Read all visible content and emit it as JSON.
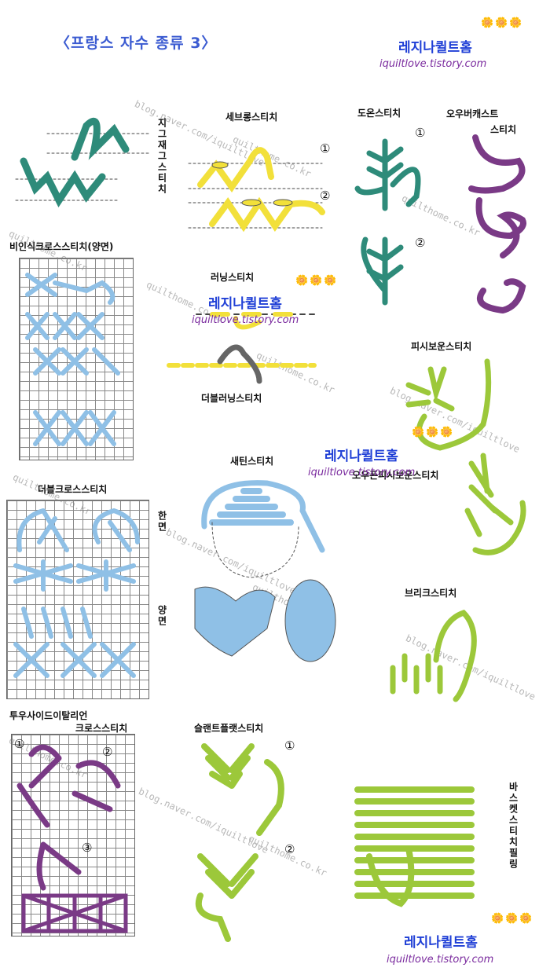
{
  "header": {
    "title": "〈프랑스 자수 종류 3〉",
    "flowers": "🌼🌼🌼"
  },
  "branding": {
    "top": {
      "name": "레지나퀼트홈",
      "url": "iquiltlove.tistory.com"
    },
    "middle_left": {
      "name": "레지나퀼트홈",
      "url": "iquiltlove.tistory.com"
    },
    "middle_center": {
      "name": "레지나퀼트홈",
      "url": "iquiltlove.tistory.com"
    },
    "bottom": {
      "name": "레지나퀼트홈",
      "url": "iquiltlove.tistory.com"
    }
  },
  "stitches": {
    "zigzag": "지그재그스티치",
    "sebrong": "세브롱스티치",
    "doon": "도온스티치",
    "overcast_1": "오우버캐스트",
    "overcast_2": "스티치",
    "binsik_cross": "비인식크로스스티치(양면)",
    "running": "러닝스티치",
    "double_running": "더블러닝스티치",
    "fishbone": "피시보운스티치",
    "double_cross": "더블크로스스티치",
    "satin": "새틴스티치",
    "open_fishbone": "오우픈피시보운스티치",
    "one_side": "한면",
    "both_sides": "양면",
    "brick": "브리크스티치",
    "two_sided_italian_1": "투우사이드이탈리언",
    "two_sided_italian_2": "크로스스티치",
    "slant_flat": "슬랜트플랫스티치",
    "basket_filling": "바스켓스티치필링"
  },
  "markers": {
    "one": "①",
    "two": "②",
    "three": "③"
  },
  "watermarks": {
    "naver": "blog.naver.com/iquiltlove",
    "quilthome": "quilthome.co.kr"
  },
  "colors": {
    "title": "#3b5bd1",
    "teal": "#2e8b7a",
    "yellow": "#f2e03a",
    "light_blue": "#8fc0e6",
    "purple": "#7a3a86",
    "green": "#9cc83a",
    "brand_blue": "#1f3fd6",
    "url_purple": "#7a2a9e"
  }
}
